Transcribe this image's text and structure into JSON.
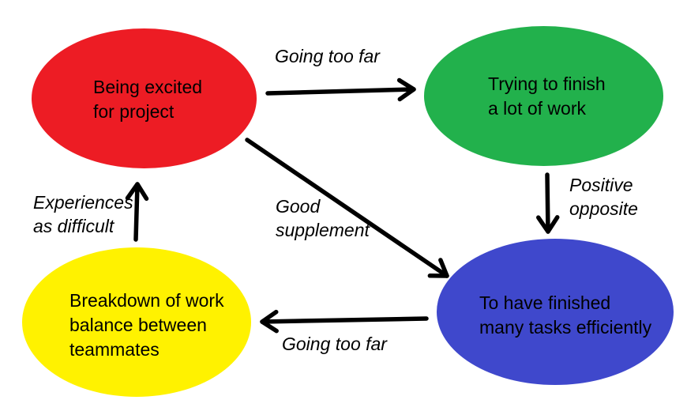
{
  "diagram": {
    "background_color": "#ffffff",
    "arrow_color": "#000000",
    "text_color": "#000000",
    "nodes": [
      {
        "id": "being-excited",
        "label": "Being excited\nfor project",
        "color": "#ED1C24",
        "shape": "ellipse"
      },
      {
        "id": "trying-to-finish",
        "label": "Trying to finish\na lot of work",
        "color": "#22B14C",
        "shape": "ellipse"
      },
      {
        "id": "finished-tasks",
        "label": "To have finished\nmany tasks efficiently",
        "color": "#3F48CC",
        "shape": "ellipse"
      },
      {
        "id": "breakdown",
        "label": "Breakdown of work\nbalance between\nteammates",
        "color": "#FFF200",
        "shape": "ellipse"
      }
    ],
    "edges": [
      {
        "from": "being-excited",
        "to": "trying-to-finish",
        "label": "Going too far"
      },
      {
        "from": "trying-to-finish",
        "to": "finished-tasks",
        "label": "Positive\nopposite"
      },
      {
        "from": "being-excited",
        "to": "finished-tasks",
        "label": "Good\nsupplement"
      },
      {
        "from": "finished-tasks",
        "to": "breakdown",
        "label": "Going too far"
      },
      {
        "from": "breakdown",
        "to": "being-excited",
        "label": "Experiences\nas difficult"
      }
    ]
  }
}
